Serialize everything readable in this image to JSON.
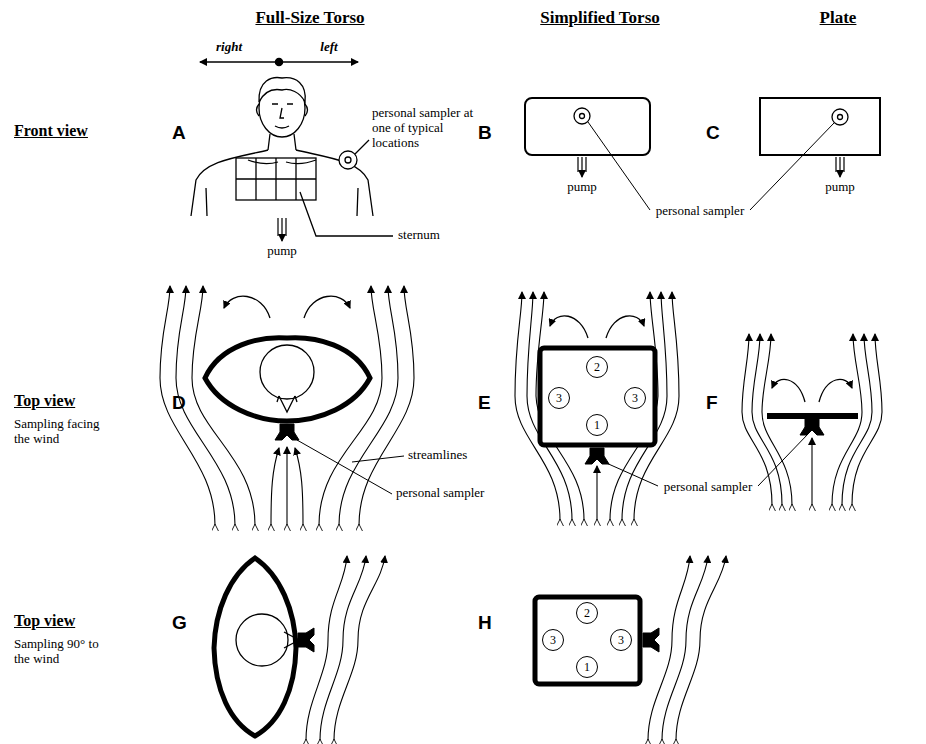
{
  "diagram": {
    "nodes": [
      {
        "text": [
          "2"
        ]
      },
      {
        "text": [
          "3"
        ]
      },
      {
        "text": [
          "3"
        ]
      },
      {
        "text": [
          "1"
        ]
      },
      {
        "text": [
          "2"
        ]
      },
      {
        "text": [
          "3"
        ]
      },
      {
        "text": [
          "3"
        ]
      },
      {
        "text": [
          "1"
        ]
      }
    ],
    "labels": [
      "Full-Size Torso",
      "Simplified Torso",
      "Plate",
      "right",
      "left",
      "personal sampler at one of typical locations",
      "Front view",
      "A",
      "B",
      "C",
      "sternum",
      "pump",
      "pump",
      "pump",
      "personal sampler",
      "Top view",
      "Sampling facing the wind",
      "D",
      "E",
      "F",
      "streamlines",
      "personal sampler",
      "personal sampler",
      "Top view",
      "Sampling 90° to the wind",
      "G",
      "H"
    ]
  }
}
